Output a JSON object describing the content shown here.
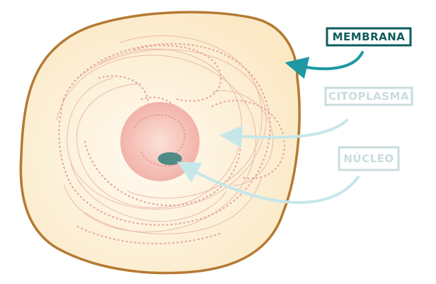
{
  "labels": [
    {
      "id": "membrana",
      "text": "MEMBRANA",
      "state": "active"
    },
    {
      "id": "citoplasma",
      "text": "CITOPLASMA",
      "state": "inactive"
    },
    {
      "id": "nucleo",
      "text": "NÚCLEO",
      "state": "inactive"
    }
  ],
  "colors": {
    "membrane_stroke": "#b47a32",
    "cytoplasm_fill": "#fdf1d6",
    "nucleus_fill": "#f3b7ad",
    "nucleolus_fill": "#4f8a86",
    "active_label": "#0f5c5c",
    "active_arrow": "#1f98a4",
    "inactive_label": "#c9dcdd",
    "inactive_arrow": "#c6e7ea",
    "filament": "#e3a79e"
  }
}
